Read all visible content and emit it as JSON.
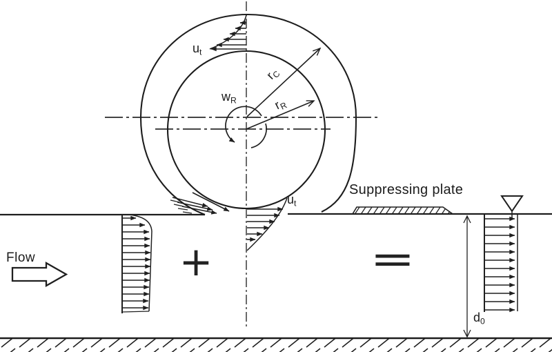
{
  "diagram": {
    "flow": {
      "label": "Flow"
    },
    "plate": {
      "label": "Suppressing plate"
    },
    "symbols": {
      "plus": "+",
      "equals": "="
    },
    "labels": {
      "u_t_top": {
        "base": "u",
        "sub": "t"
      },
      "u_t_bottom": {
        "base": "u",
        "sub": "t"
      },
      "w_R": {
        "base": "w",
        "sub": "R"
      },
      "r_C": {
        "base": "r",
        "sub": "C"
      },
      "r_R": {
        "base": "r",
        "sub": "R"
      },
      "d_0": {
        "base": "d",
        "sub": "0"
      }
    },
    "colors": {
      "ink": "#1f1f1f",
      "background": "#ffffff"
    }
  }
}
